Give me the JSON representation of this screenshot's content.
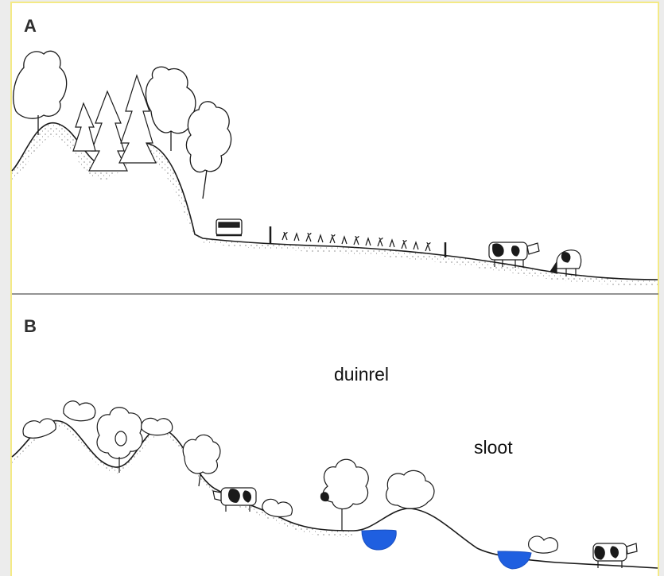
{
  "panels": {
    "a": {
      "letter": "A"
    },
    "b": {
      "letter": "B"
    }
  },
  "labels": {
    "dune_ridge": "duinrel",
    "ditch": "sloot"
  },
  "colors": {
    "water": "#1f5fe0",
    "ink": "#1a1a1a",
    "frame": "#f4ea86",
    "background": "#ffffff"
  }
}
